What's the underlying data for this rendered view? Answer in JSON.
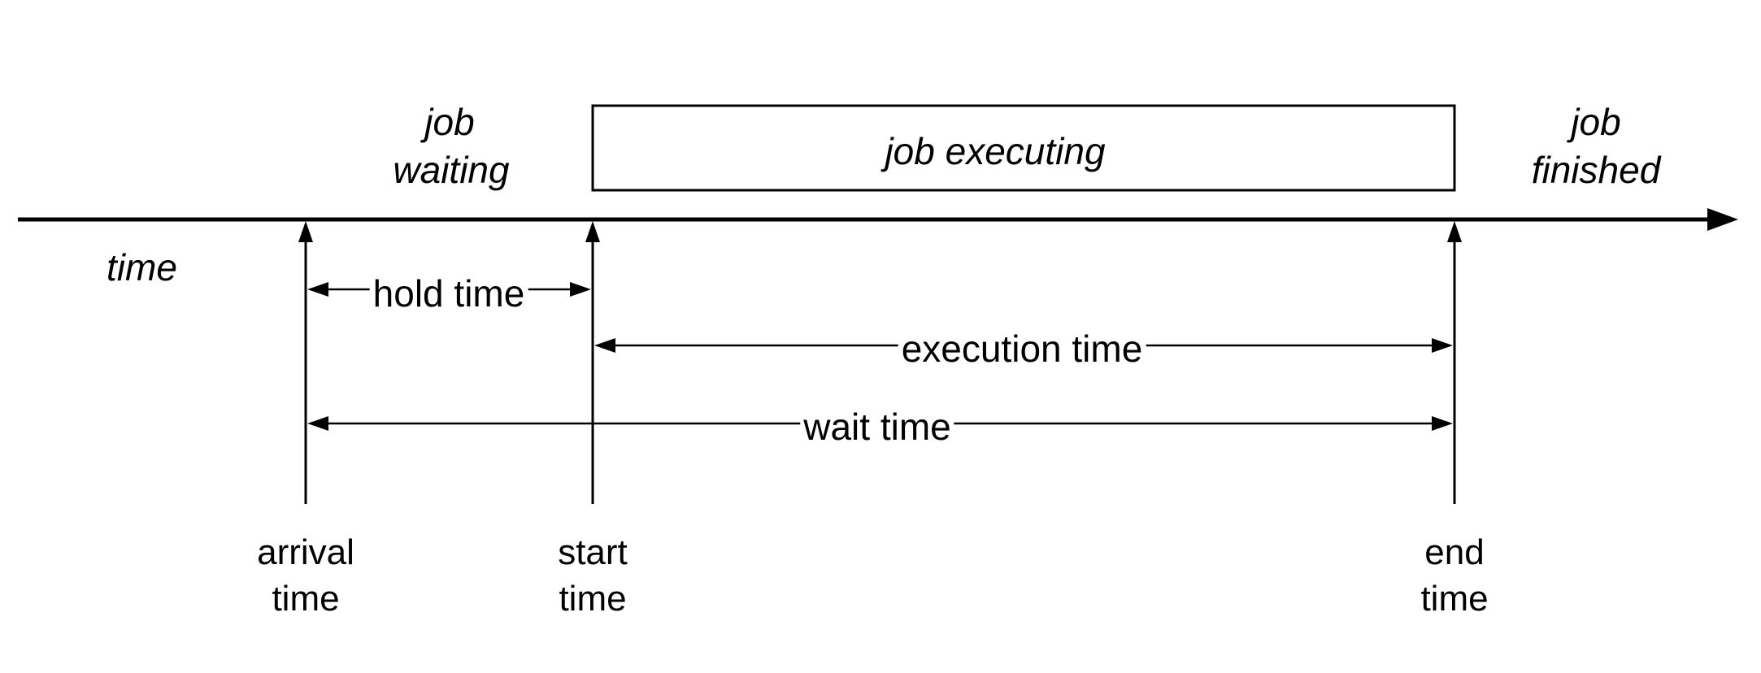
{
  "diagram": {
    "labels": {
      "time": "time",
      "job_waiting_1": "job",
      "job_waiting_2": "waiting",
      "job_executing": "job executing",
      "job_finished_1": "job",
      "job_finished_2": "finished",
      "hold_time": "hold time",
      "execution_time": "execution time",
      "wait_time": "wait time",
      "arrival_1": "arrival",
      "arrival_2": "time",
      "start_1": "start",
      "start_2": "time",
      "end_1": "end",
      "end_2": "time"
    },
    "colors": {
      "stroke": "#000000",
      "background": "#ffffff"
    }
  }
}
